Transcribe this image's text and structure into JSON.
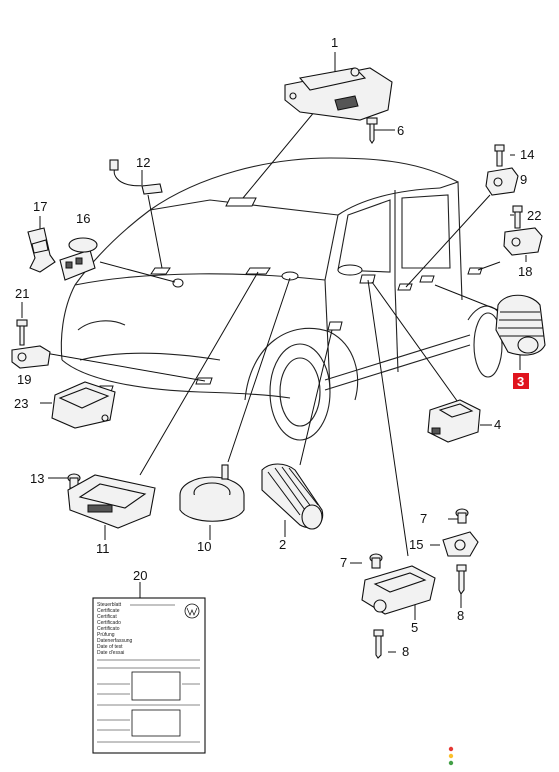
{
  "diagram": {
    "callouts": {
      "c1": "1",
      "c2": "2",
      "c3": "3",
      "c4": "4",
      "c5": "5",
      "c6": "6",
      "c7a": "7",
      "c7b": "7",
      "c8a": "8",
      "c8b": "8",
      "c9": "9",
      "c10": "10",
      "c11": "11",
      "c12": "12",
      "c13": "13",
      "c14": "14",
      "c15": "15",
      "c16": "16",
      "c17": "17",
      "c18": "18",
      "c19": "19",
      "c20": "20",
      "c21": "21",
      "c22": "22",
      "c23": "23"
    },
    "highlighted_callout": "c3",
    "colors": {
      "highlight": "#e0141e",
      "line": "#111111",
      "indicator_red": "#e53935",
      "indicator_yellow": "#fbc02d",
      "indicator_green": "#43a047"
    },
    "document_lines": [
      "Steuerblatt",
      "Certificate",
      "Certificat",
      "Certificado",
      "Certificato",
      "Prüfung",
      "Datenerfassung",
      "Date of test",
      "Date d'essai"
    ]
  }
}
